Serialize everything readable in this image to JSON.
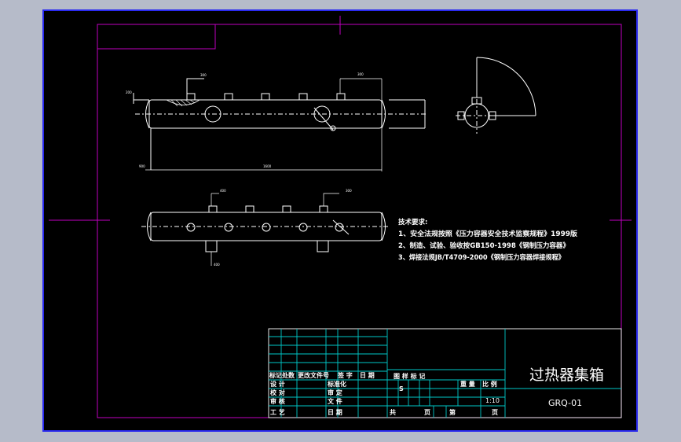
{
  "colors": {
    "outer_bg": "#b6bbc9",
    "canvas": "#000000",
    "frame_blue": "#2a2af0",
    "sheet_border": "#c000c0",
    "lines": "#ffffff",
    "table": "#00c8c8",
    "text": "#ffffff"
  },
  "drawing": {
    "dim_labels": {
      "top_left_nozzle": "300",
      "top_right_nozzle": "300",
      "length": "1600",
      "height": "900",
      "side_height": "200",
      "plan_left": "400",
      "plan_right": "300",
      "bottom_nozzle": "400"
    }
  },
  "notes": {
    "heading": "技术要求:",
    "lines": [
      "1、安全法规按照《压力容器安全技术监察规程》1999版",
      "2、制造、试验、验收按GB150-1998《钢制压力容器》",
      "3、焊接法规JB/T4709-2000《钢制压力容器焊接规程》"
    ]
  },
  "title_block": {
    "title": "过热器集箱",
    "drawing_no": "GRQ-01",
    "header_row": [
      "标记",
      "处数",
      "更改文件号",
      "签 字",
      "日 期"
    ],
    "rows": [
      [
        "设 计",
        "",
        "标准化"
      ],
      [
        "校 对",
        "",
        "审 定"
      ],
      [
        "审 核",
        "",
        "文 件"
      ],
      [
        "工 艺",
        "",
        "日 期"
      ]
    ],
    "stage_label": "图 样 标 记",
    "stage_mark": "S",
    "weight_label": "重 量",
    "scale_label": "比 例",
    "scale_value": "1:10",
    "sheet_total_label": "共",
    "sheet_total_unit": "页",
    "sheet_no_label": "第",
    "sheet_no_unit": "页"
  }
}
